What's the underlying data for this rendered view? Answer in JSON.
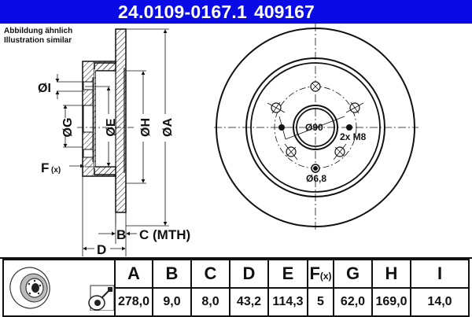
{
  "header": {
    "part_number": "24.0109-0167.1",
    "reference": "409167",
    "background_color": "#0a0ae6"
  },
  "note": {
    "line1": "Abbildung ähnlich",
    "line2": "Illustration similar"
  },
  "side_view": {
    "labels": {
      "I": "ØI",
      "G": "ØG",
      "E": "ØE",
      "H": "ØH",
      "A": "ØA",
      "F": "F",
      "F_sub": "(x)",
      "B": "B",
      "C": "C (MTH)",
      "D": "D"
    }
  },
  "front_view": {
    "center_bore": "Ø90",
    "thread": "2x M8",
    "hole": "Ø6,8"
  },
  "table": {
    "headers": [
      "A",
      "B",
      "C",
      "D",
      "E",
      "F",
      "G",
      "H",
      "I"
    ],
    "f_sub": "(x)",
    "values": [
      "278,0",
      "9,0",
      "8,0",
      "43,2",
      "114,3",
      "5",
      "62,0",
      "169,0",
      "14,0"
    ]
  }
}
